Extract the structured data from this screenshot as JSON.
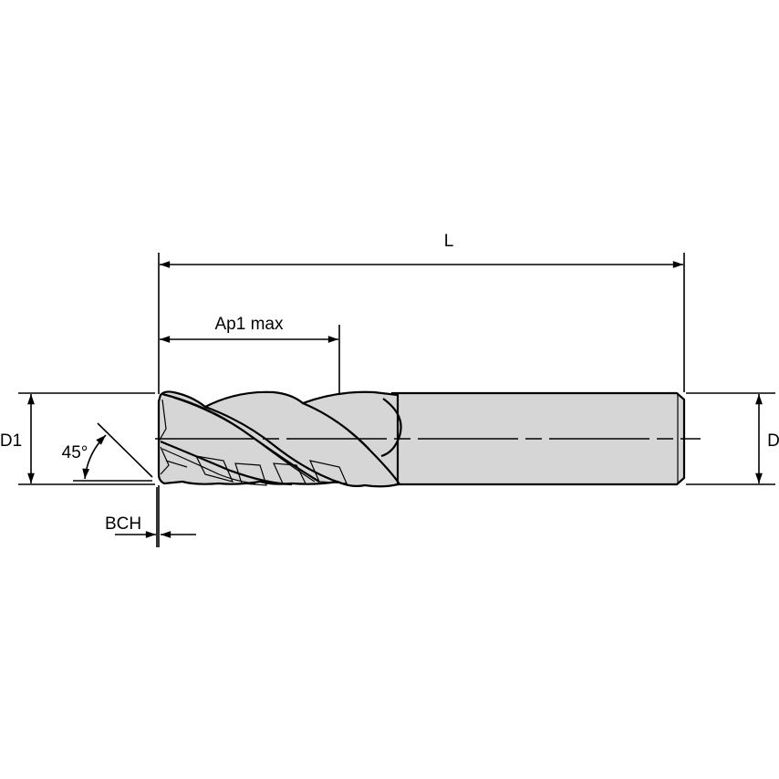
{
  "diagram": {
    "type": "technical-drawing",
    "subject": "4-flute end mill with chamfer",
    "colors": {
      "tool_fill": "#d6d6d6",
      "line": "#000000",
      "background": "#ffffff"
    },
    "dimensions": {
      "overall_length": {
        "label": "L"
      },
      "cutting_length": {
        "label": "Ap1 max"
      },
      "cutting_diameter": {
        "label": "D1"
      },
      "shank_diameter": {
        "label": "D"
      },
      "chamfer_angle": {
        "label": "45°"
      },
      "chamfer_width": {
        "label": "BCH"
      }
    }
  }
}
